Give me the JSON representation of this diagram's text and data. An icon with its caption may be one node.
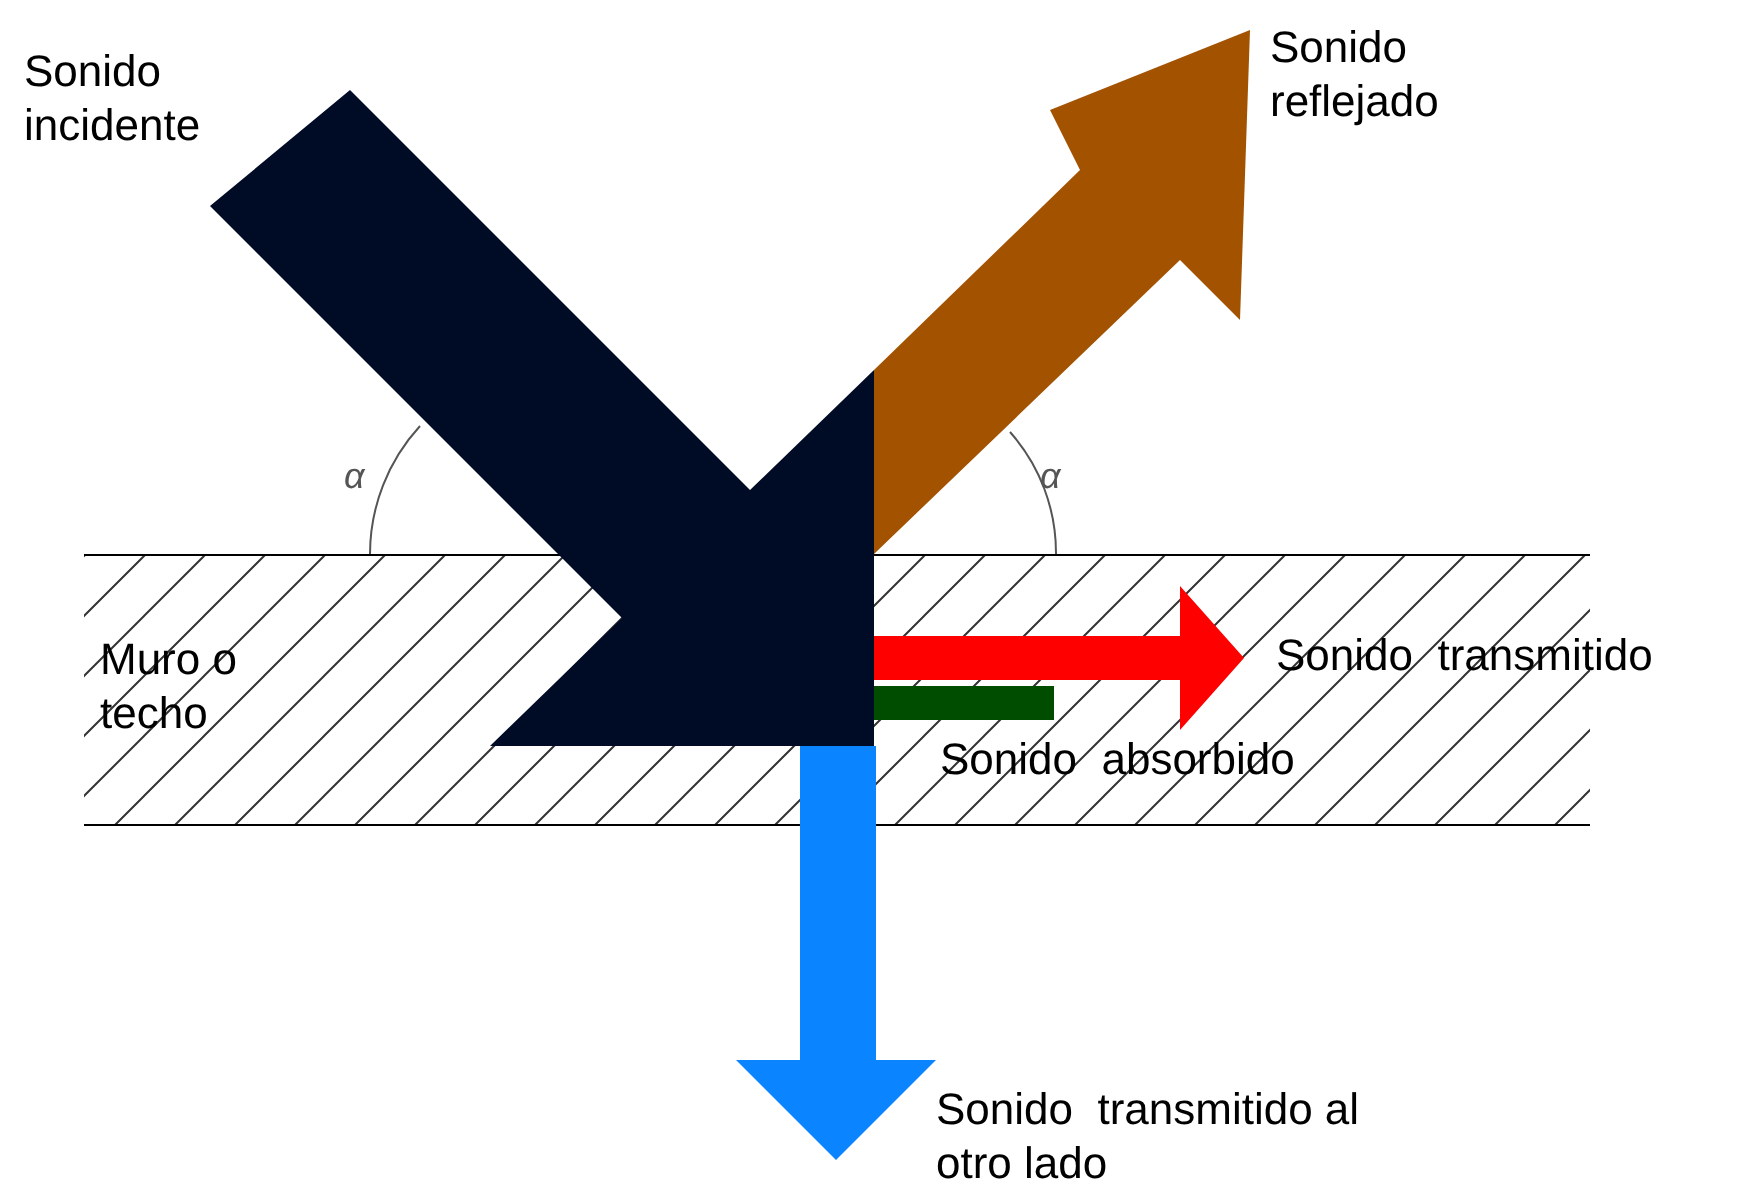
{
  "diagram": {
    "nodes": [
      {
        "text": [
          "Muro o techo"
        ]
      }
    ],
    "labels": [
      "Sonido incidente",
      "Sonido reflejado",
      "α",
      "α",
      "Sonido  transmitido",
      "Sonido  absorbido",
      "Sonido  transmitido al otro lado"
    ]
  }
}
